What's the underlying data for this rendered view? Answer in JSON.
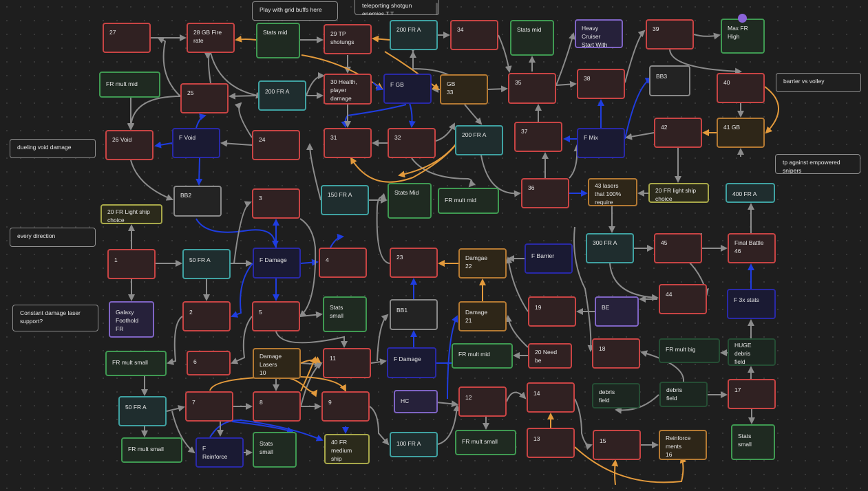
{
  "colors": {
    "red": "#c94444",
    "teal": "#3fa2a2",
    "green": "#3f9a52",
    "blue": "#2929a8",
    "orange": "#b57a33",
    "purple": "#7f64c4",
    "gray_edge": "#8c8c8c",
    "orange_edge": "#e39a3c",
    "blue_edge": "#1f3de0",
    "background": "#1e1e1e"
  },
  "nodes": {
    "n27": "27",
    "n28": "28 GB Fire\nrate",
    "stats_mid_1": "Stats mid",
    "n29": "29 TP\nshotungs",
    "fa200_top": "200 FR A",
    "n34": "34",
    "stats_mid_2": "Stats mid",
    "heavy_cruiser": "Heavy\nCruiser\nStart With",
    "n39": "39",
    "max_fr": "Max FR\nHigh",
    "fr_mult_mid_1": "FR mult mid",
    "n25": "25",
    "fa200_a": "200 FR A",
    "n30": "30 Health,\nplayer\ndamage",
    "f_gb": "F GB",
    "gb33": "GB\n33",
    "n35": "35",
    "n38": "38",
    "bb3": "BB3",
    "n40": "40",
    "n26": "26 Void",
    "f_void": "F Void",
    "n24": "24",
    "n31": "31",
    "n32": "32",
    "fa200_b": "200 FR A",
    "n37": "37",
    "f_mix": "F Mix",
    "n42": "42",
    "n41": "41 GB",
    "bb2": "BB2",
    "n3": "3",
    "fa150": "150 FR A",
    "stats_mid_3": "Stats Mid",
    "fr_mult_mid_2": "FR mult mid",
    "n36": "36",
    "lasers43": "43 lasers\nthat 100%\nrequire",
    "light_ship_20b": "20 FR light ship\nchoice",
    "fa400": "400 FR A",
    "light_ship_20a": "20 FR Light ship\nchoice",
    "n1": "1",
    "fa50_a": "50 FR A",
    "f_damage_1": "F Damage",
    "n4": "4",
    "n23": "23",
    "n22": "Damgae\n22",
    "f_barrier": "F Barrier",
    "fa300": "300 FR A",
    "n45": "45",
    "final_battle": "Final Battle\n46",
    "galaxy": "Galaxy\nFoothold\nFR",
    "n2": "2",
    "n5": "5",
    "stats_small_1": "Stats\nsmall",
    "bb1": "BB1",
    "n21": "Damage\n21",
    "n19": "19",
    "be": "BE",
    "n44": "44",
    "f3x": "F 3x stats",
    "fr_mult_small_1": "FR mult small",
    "n6": "6",
    "lasers10": "Damage\nLasers\n10",
    "n11": "11",
    "f_damage_2": "F Damage",
    "fr_mult_mid_3": "FR mult mid",
    "n20": "20 Need\nbe",
    "n18": "18",
    "fr_mult_big": "FR mult big",
    "huge_debris": "HUGE\ndebris\nfield",
    "fa50_b": "50 FR A",
    "n7": "7",
    "n8": "8",
    "n9": "9",
    "hc": "HC",
    "n12": "12",
    "n14": "14",
    "debris_1": "debris\nfield",
    "debris_2": "debris\nfield",
    "n17": "17",
    "fr_mult_small_2": "FR mult small",
    "f_reinforce": "F\nReinforce",
    "stats_small_2": "Stats\nsmall",
    "fr40": "40 FR\nmedium\nship",
    "fa100": "100 FR A",
    "fr_mult_small_3": "FR mult small",
    "n13": "13",
    "n15": "15",
    "reinforcements16": "Reinforce\nments\n16",
    "stats_small_3": "Stats\nsmall"
  },
  "notes": {
    "grid_buffs": "Play with grid buffs here",
    "teleporting": "teleporting shotgun\nenemies T.T",
    "dueling": "dueling void damage",
    "every_direction": "every direction",
    "constant_damage": "Constant damage laser\nsupport?",
    "barrier_volley": "barrier vs volley",
    "tp_snipers": "tp against empowered\nsnipers"
  }
}
